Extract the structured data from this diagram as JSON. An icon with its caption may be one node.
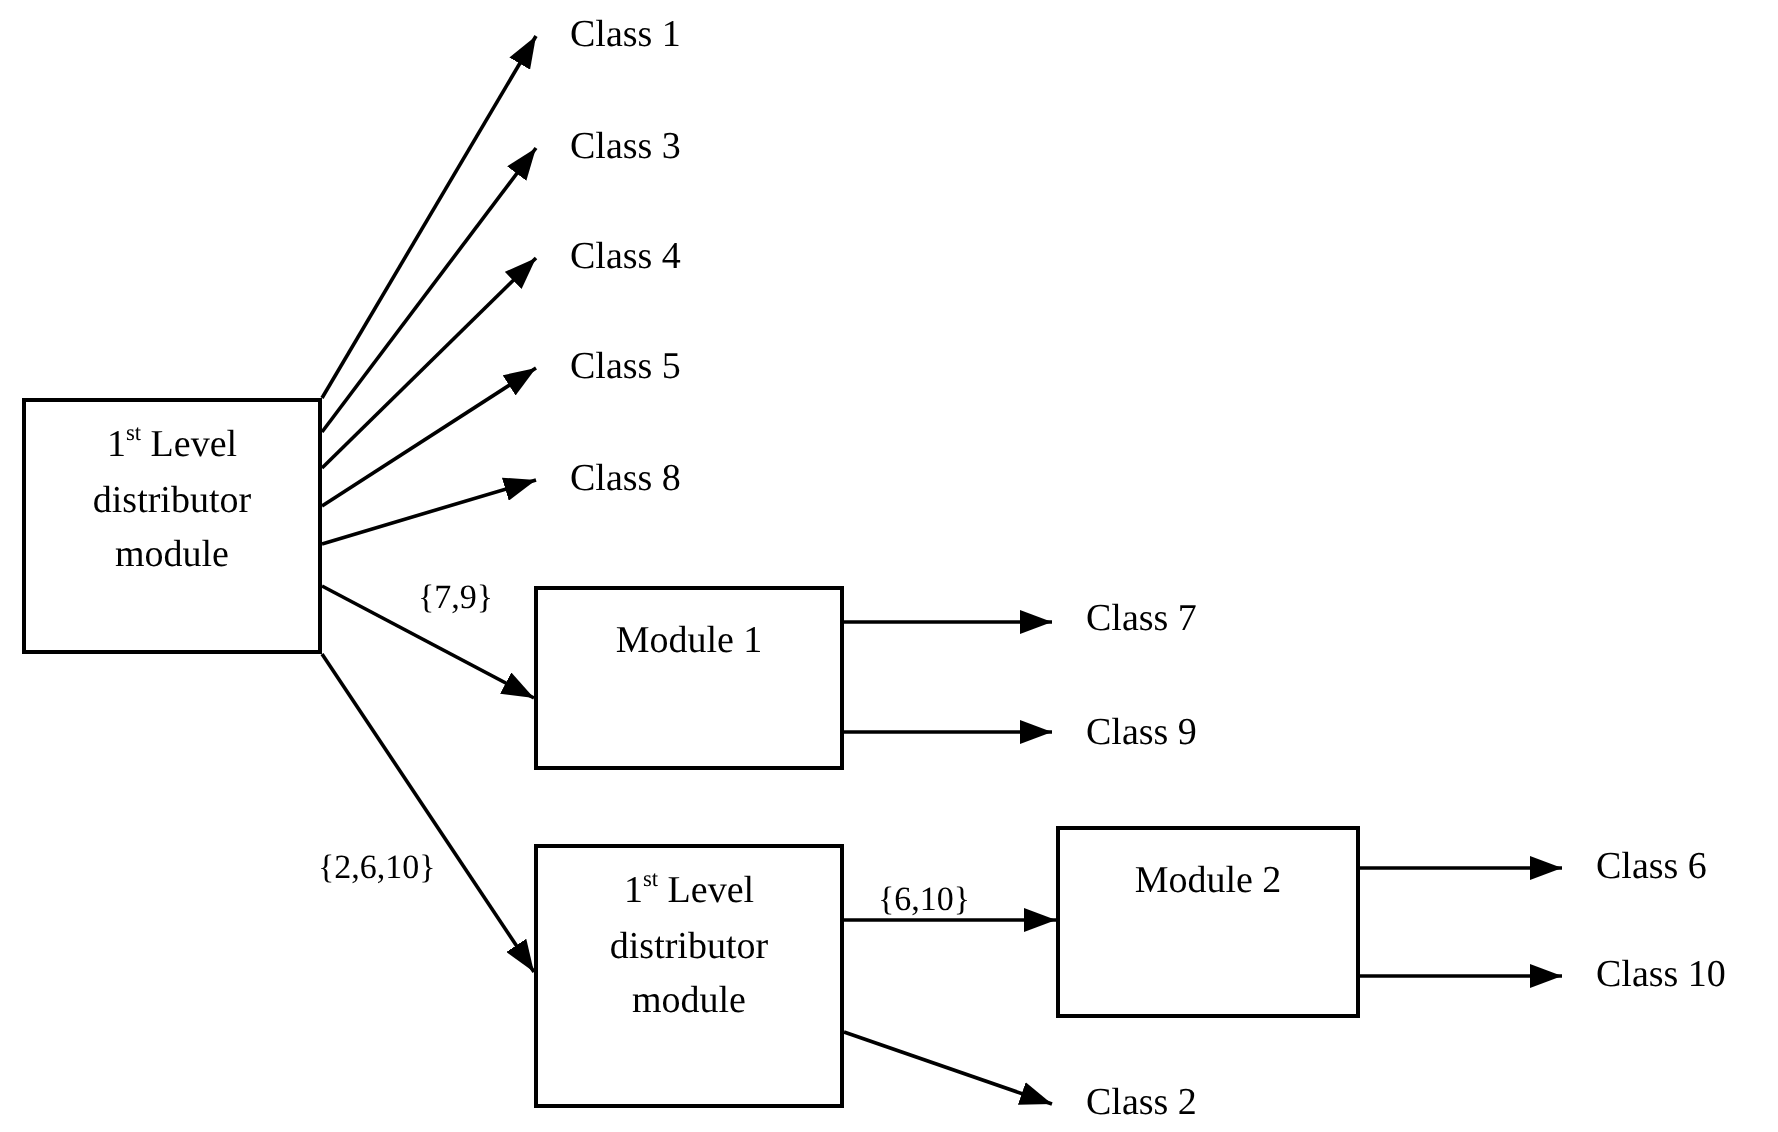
{
  "diagram": {
    "nodes": [
      {
        "text": [
          "1$^{st}$ Level distributor module"
        ]
      },
      {
        "text": [
          "Class 1"
        ]
      },
      {
        "text": [
          "Class 3"
        ]
      },
      {
        "text": [
          "Class 4"
        ]
      },
      {
        "text": [
          "Class 5"
        ]
      },
      {
        "text": [
          "Class 8"
        ]
      },
      {
        "text": [
          "Module 1"
        ]
      },
      {
        "text": [
          "Class 7"
        ]
      },
      {
        "text": [
          "Class 9"
        ]
      },
      {
        "text": [
          "1$^{st}$ Level distributor module"
        ]
      },
      {
        "text": [
          "Module 2"
        ]
      },
      {
        "text": [
          "Class 6"
        ]
      },
      {
        "text": [
          "Class 10"
        ]
      },
      {
        "text": [
          "Class 2"
        ]
      }
    ],
    "edges": [
      {
        "from": 0,
        "to": 1,
        "arrow": "to"
      },
      {
        "from": 0,
        "to": 2,
        "arrow": "to"
      },
      {
        "from": 0,
        "to": 3,
        "arrow": "to"
      },
      {
        "from": 0,
        "to": 4,
        "arrow": "to"
      },
      {
        "from": 0,
        "to": 5,
        "arrow": "to"
      },
      {
        "from": 0,
        "to": 6,
        "arrow": "to",
        "label": "{7,9}"
      },
      {
        "from": 0,
        "to": 9,
        "arrow": "to",
        "label": "{2,6,10}"
      },
      {
        "from": 6,
        "to": 7,
        "arrow": "to"
      },
      {
        "from": 6,
        "to": 8,
        "arrow": "to"
      },
      {
        "from": 9,
        "to": 10,
        "arrow": "to",
        "label": "{6,10}"
      },
      {
        "from": 9,
        "to": 13,
        "arrow": "to"
      },
      {
        "from": 10,
        "to": 11,
        "arrow": "to"
      },
      {
        "from": 10,
        "to": 12,
        "arrow": "to"
      }
    ]
  }
}
